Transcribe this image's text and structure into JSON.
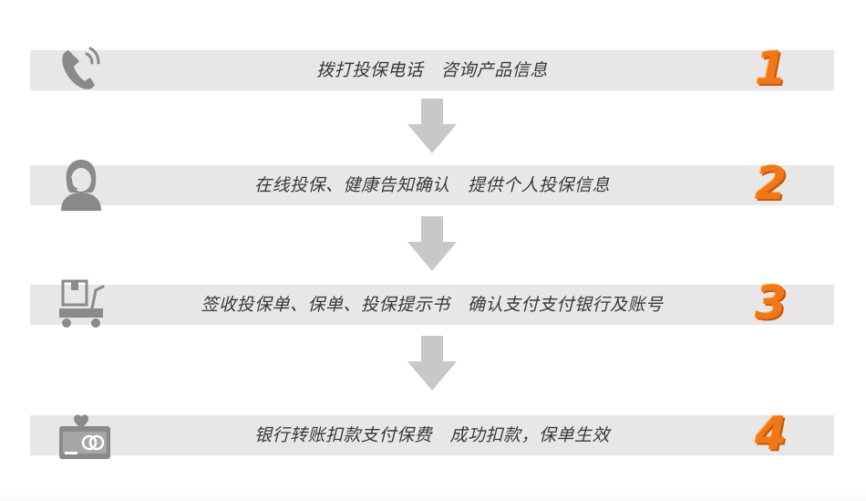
{
  "steps": [
    {
      "number": "1",
      "text": "拨打投保电话　咨询产品信息",
      "icon": "phone-icon"
    },
    {
      "number": "2",
      "text": "在线投保、健康告知确认　提供个人投保信息",
      "icon": "agent-icon"
    },
    {
      "number": "3",
      "text": "签收投保单、保单、投保提示书　确认支付支付银行及账号",
      "icon": "delivery-cart-icon"
    },
    {
      "number": "4",
      "text": "银行转账扣款支付保费　成功扣款，保单生效",
      "icon": "payment-card-icon"
    }
  ],
  "colors": {
    "bar_background": "#e8e6e7",
    "icon_gray": "#8a8a8a",
    "arrow_gray": "#c8c8c8",
    "number_orange": "#f07818"
  }
}
